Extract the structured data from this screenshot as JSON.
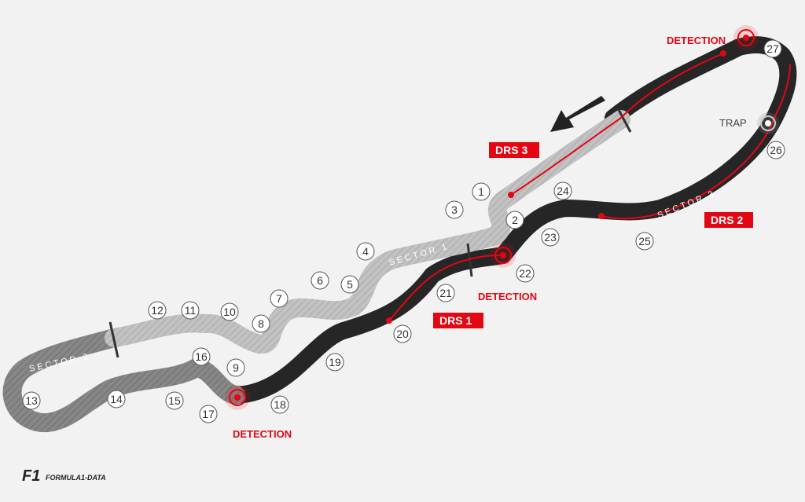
{
  "map": {
    "drs_zones": [
      {
        "key": "drs1",
        "label": "DRS 1"
      },
      {
        "key": "drs2",
        "label": "DRS 2"
      },
      {
        "key": "drs3",
        "label": "DRS 3"
      }
    ],
    "detection_label": "DETECTION",
    "trap_label": "TRAP",
    "sectors": [
      {
        "key": "s1",
        "label": "SECTOR 1",
        "color": "#b5b5b5"
      },
      {
        "key": "s2",
        "label": "SECTOR 2",
        "color": "#808080"
      },
      {
        "key": "s3",
        "label": "SECTOR 3",
        "color": "#262626"
      }
    ],
    "corners": [
      "1",
      "2",
      "3",
      "4",
      "5",
      "6",
      "7",
      "8",
      "9",
      "10",
      "11",
      "12",
      "13",
      "14",
      "15",
      "16",
      "17",
      "18",
      "19",
      "20",
      "21",
      "22",
      "23",
      "24",
      "25",
      "26",
      "27"
    ],
    "colors": {
      "drs_red": "#e30613",
      "background": "#f2f2f2"
    }
  },
  "brand": {
    "f1": "F1",
    "name": "FORMULA1-DATA"
  }
}
